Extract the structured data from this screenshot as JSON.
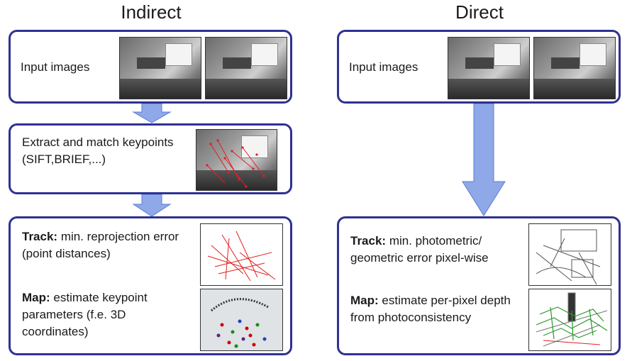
{
  "indirect": {
    "title": "Indirect",
    "input_label": "Input images",
    "extract_label": "Extract and match keypoints (SIFT,BRIEF,...)",
    "track_bold": "Track:",
    "track_text": " min. reprojection error (point distances)",
    "map_bold": "Map:",
    "map_text": " estimate keypoint parameters (f.e. 3D coordinates)"
  },
  "direct": {
    "title": "Direct",
    "input_label": "Input images",
    "track_bold": "Track:",
    "track_text": " min. photometric/ geometric error pixel-wise",
    "map_bold": "Map:",
    "map_text": " estimate per-pixel depth from photoconsistency"
  },
  "colors": {
    "box_border": "#2e3192",
    "arrow_fill": "#8fa8e8",
    "arrow_stroke": "#5b7bd5",
    "keypoint_red": "#e02020"
  }
}
